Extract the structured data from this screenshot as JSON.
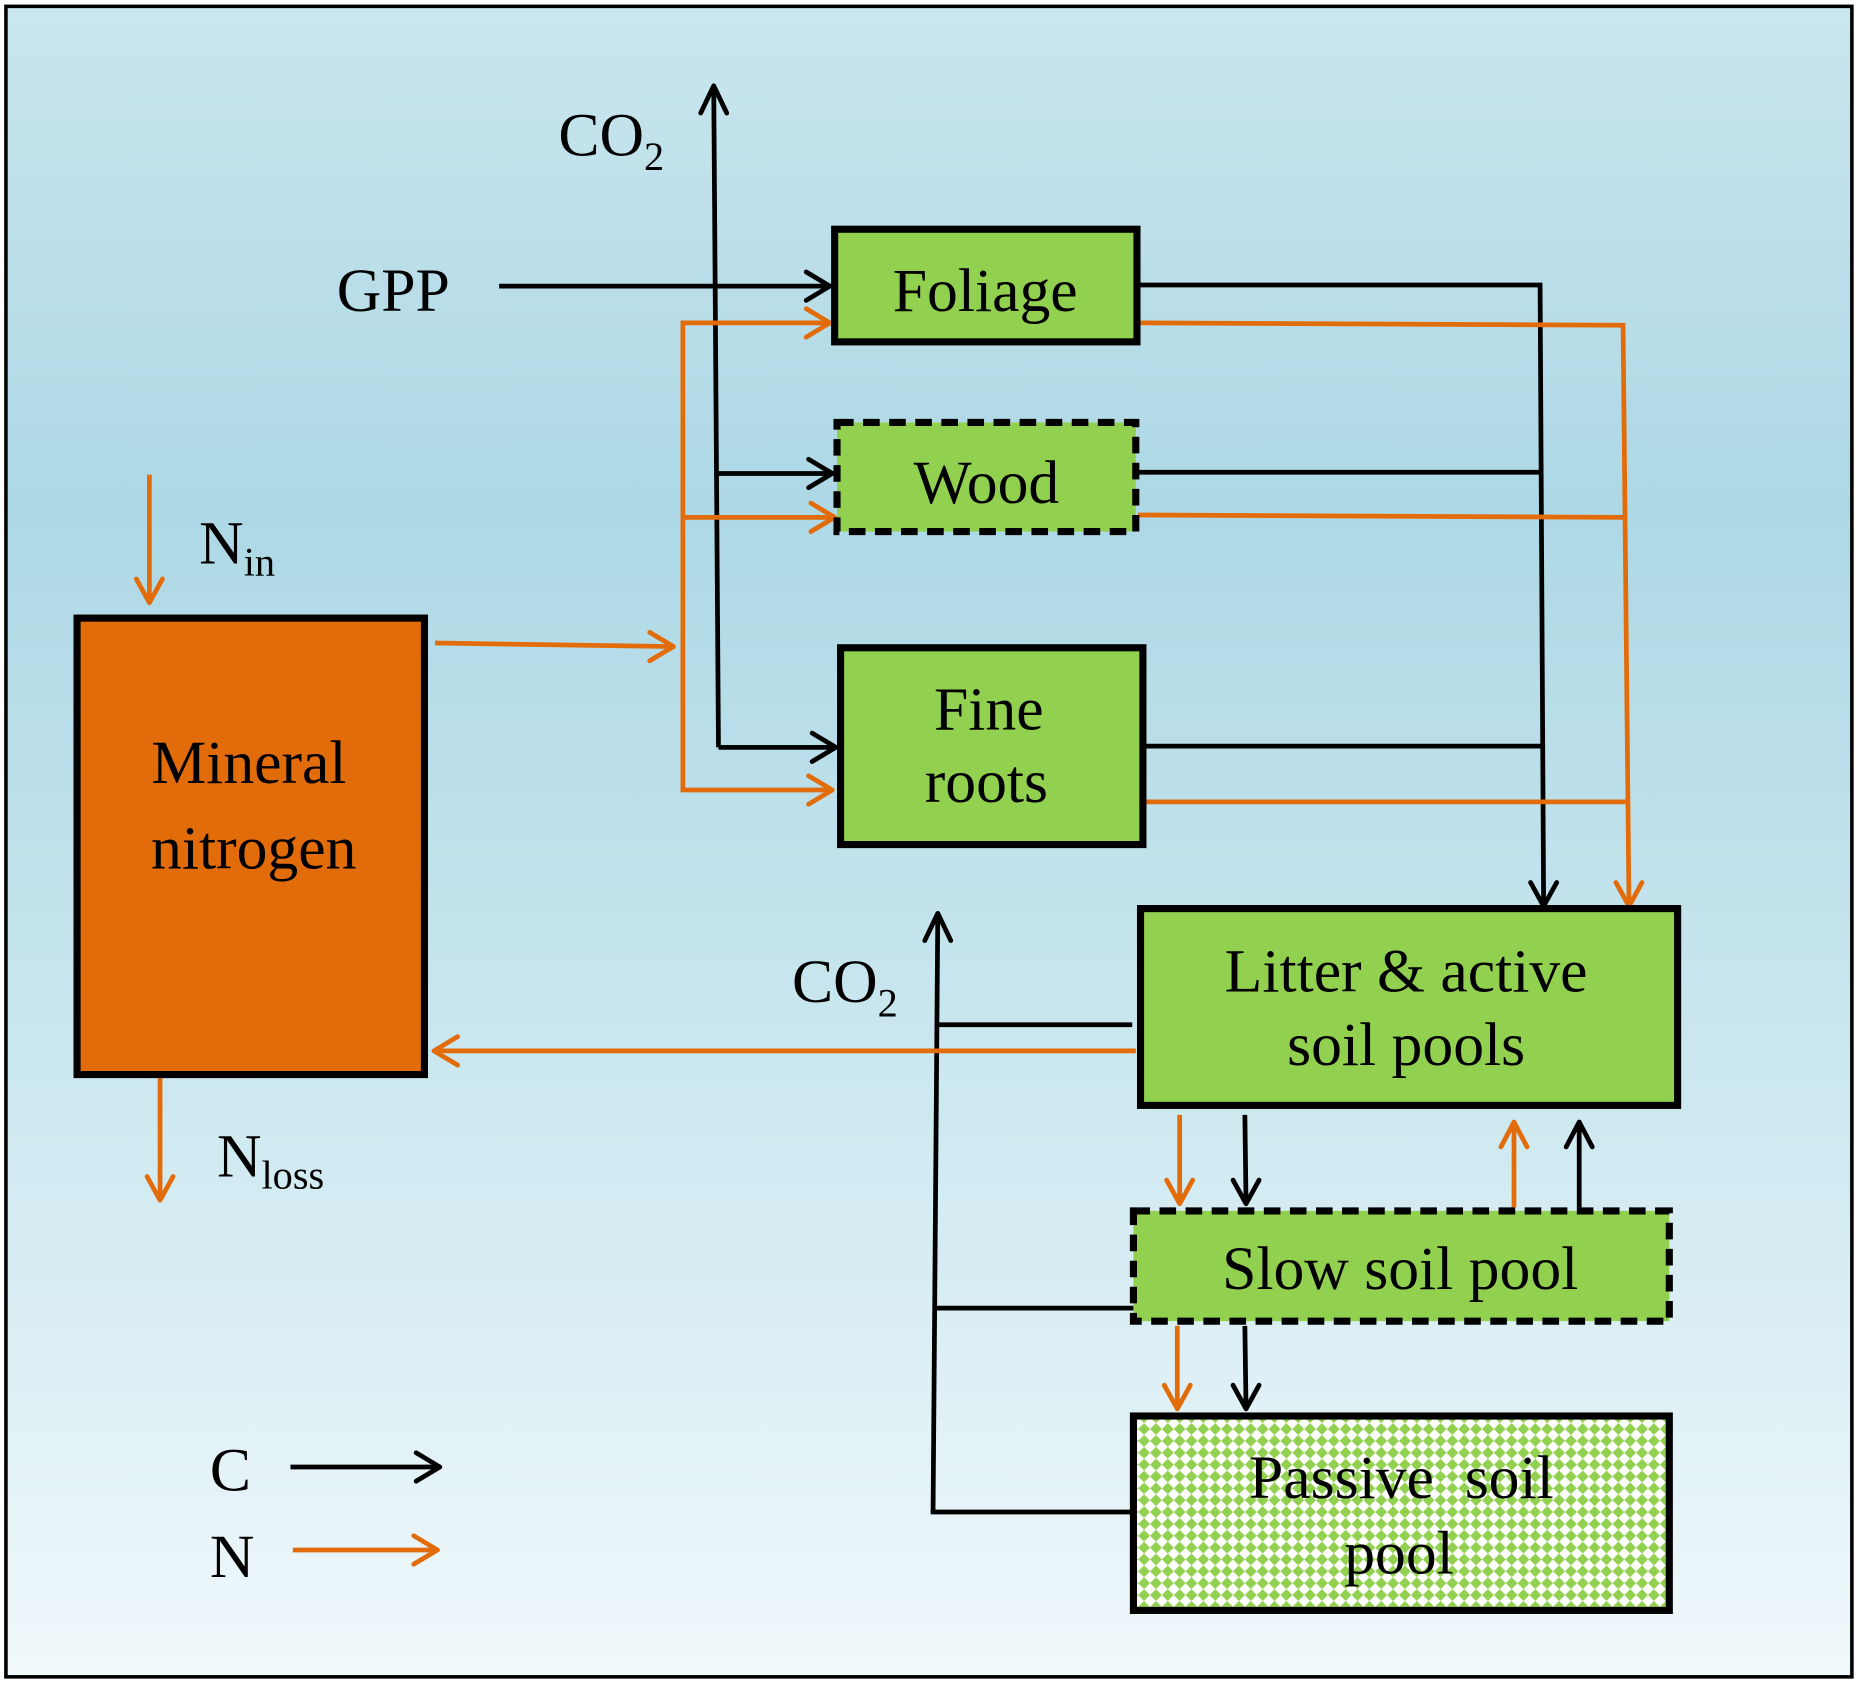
{
  "title": "Carbon and nitrogen flow model",
  "colors": {
    "carbon_flow": "#000000",
    "nitrogen_flow": "#e36c0a",
    "pool_fill": "#92d050",
    "mineral_fill": "#e36c0a",
    "background_top": "#c9e6ee",
    "background_mid": "#add8e6",
    "background_bottom": "#eef7fa"
  },
  "pools": {
    "foliage": {
      "label": "Foliage",
      "border": "solid"
    },
    "wood": {
      "label": "Wood",
      "border": "dashed"
    },
    "fine_roots": {
      "line1": "Fine",
      "line2": "roots",
      "border": "solid"
    },
    "mineral_nitrogen": {
      "line1": "Mineral",
      "line2": "nitrogen",
      "border": "solid"
    },
    "litter_active": {
      "line1": "Litter & active",
      "line2": "soil pools",
      "border": "solid"
    },
    "slow_soil": {
      "label": "Slow soil pool",
      "border": "dashed"
    },
    "passive_soil": {
      "line1": "Passive  soil",
      "line2": "pool",
      "border": "solid",
      "fill": "checkered"
    }
  },
  "labels": {
    "gpp": "GPP",
    "co2_top": {
      "main": "CO",
      "sub": "2"
    },
    "co2_bottom": {
      "main": "CO",
      "sub": "2"
    },
    "n_in": {
      "main": "N",
      "sub": "in"
    },
    "n_loss": {
      "main": "N",
      "sub": "loss"
    }
  },
  "legend": [
    {
      "symbol": "C",
      "meaning": "carbon flow",
      "color": "#000000"
    },
    {
      "symbol": "N",
      "meaning": "nitrogen flow",
      "color": "#e36c0a"
    }
  ]
}
